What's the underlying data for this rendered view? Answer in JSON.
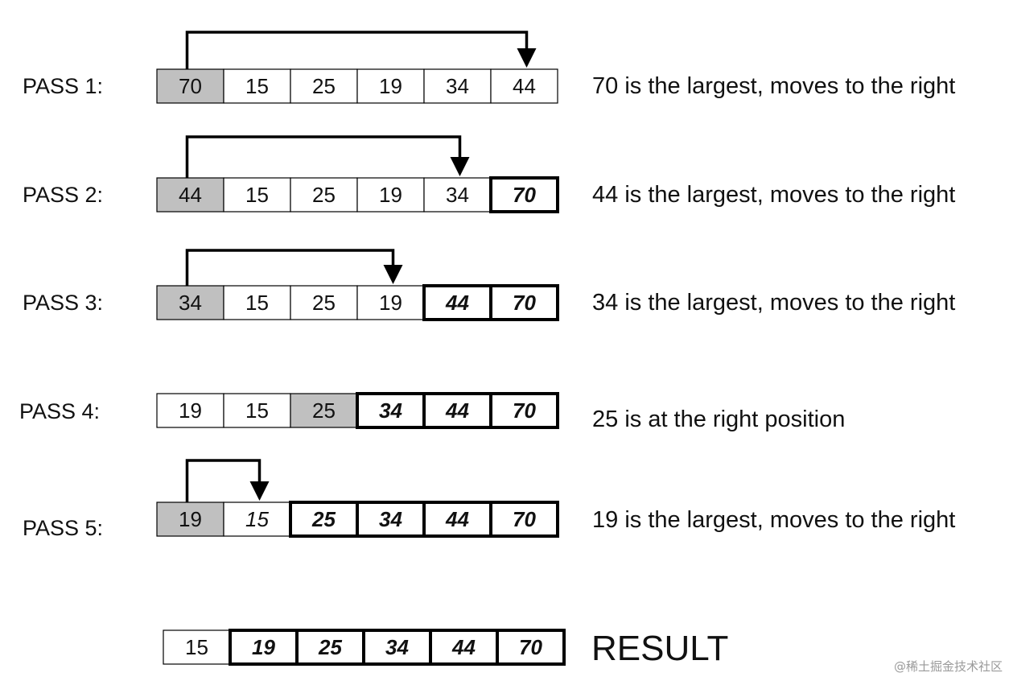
{
  "passes": [
    {
      "label": "PASS 1:",
      "cells": [
        {
          "value": "70",
          "style": "shaded"
        },
        {
          "value": "15",
          "style": "normal"
        },
        {
          "value": "25",
          "style": "normal"
        },
        {
          "value": "19",
          "style": "normal"
        },
        {
          "value": "34",
          "style": "normal"
        },
        {
          "value": "44",
          "style": "normal"
        }
      ],
      "arrow": {
        "from": 0,
        "to": 5
      },
      "description": "70 is the largest, moves to the right"
    },
    {
      "label": "PASS 2:",
      "cells": [
        {
          "value": "44",
          "style": "shaded"
        },
        {
          "value": "15",
          "style": "normal"
        },
        {
          "value": "25",
          "style": "normal"
        },
        {
          "value": "19",
          "style": "normal"
        },
        {
          "value": "34",
          "style": "normal"
        },
        {
          "value": "70",
          "style": "sorted"
        }
      ],
      "arrow": {
        "from": 0,
        "to": 4
      },
      "description": "44 is the largest, moves to the right"
    },
    {
      "label": "PASS 3:",
      "cells": [
        {
          "value": "34",
          "style": "shaded"
        },
        {
          "value": "15",
          "style": "normal"
        },
        {
          "value": "25",
          "style": "normal"
        },
        {
          "value": "19",
          "style": "normal"
        },
        {
          "value": "44",
          "style": "sorted"
        },
        {
          "value": "70",
          "style": "sorted"
        }
      ],
      "arrow": {
        "from": 0,
        "to": 3
      },
      "description": "34  is the largest, moves to the right"
    },
    {
      "label": "PASS 4:",
      "cells": [
        {
          "value": "19",
          "style": "normal"
        },
        {
          "value": "15",
          "style": "normal"
        },
        {
          "value": "25",
          "style": "shaded"
        },
        {
          "value": "34",
          "style": "sorted"
        },
        {
          "value": "44",
          "style": "sorted"
        },
        {
          "value": "70",
          "style": "sorted"
        }
      ],
      "arrow": null,
      "description": "25 is at the right position"
    },
    {
      "label": "PASS 5:",
      "cells": [
        {
          "value": "19",
          "style": "shaded"
        },
        {
          "value": "15",
          "style": "italic"
        },
        {
          "value": "25",
          "style": "sorted"
        },
        {
          "value": "34",
          "style": "sorted"
        },
        {
          "value": "44",
          "style": "sorted"
        },
        {
          "value": "70",
          "style": "sorted"
        }
      ],
      "arrow": {
        "from": 0,
        "to": 1
      },
      "description": "19 is the largest, moves to the right"
    }
  ],
  "result": {
    "label": "RESULT",
    "cells": [
      {
        "value": "15",
        "style": "normal"
      },
      {
        "value": "19",
        "style": "sorted"
      },
      {
        "value": "25",
        "style": "sorted"
      },
      {
        "value": "34",
        "style": "sorted"
      },
      {
        "value": "44",
        "style": "sorted"
      },
      {
        "value": "70",
        "style": "sorted"
      }
    ]
  },
  "watermark": "@稀土掘金技术社区",
  "colors": {
    "shaded": "#c0c0c0",
    "border": "#000000",
    "text": "#111111"
  }
}
